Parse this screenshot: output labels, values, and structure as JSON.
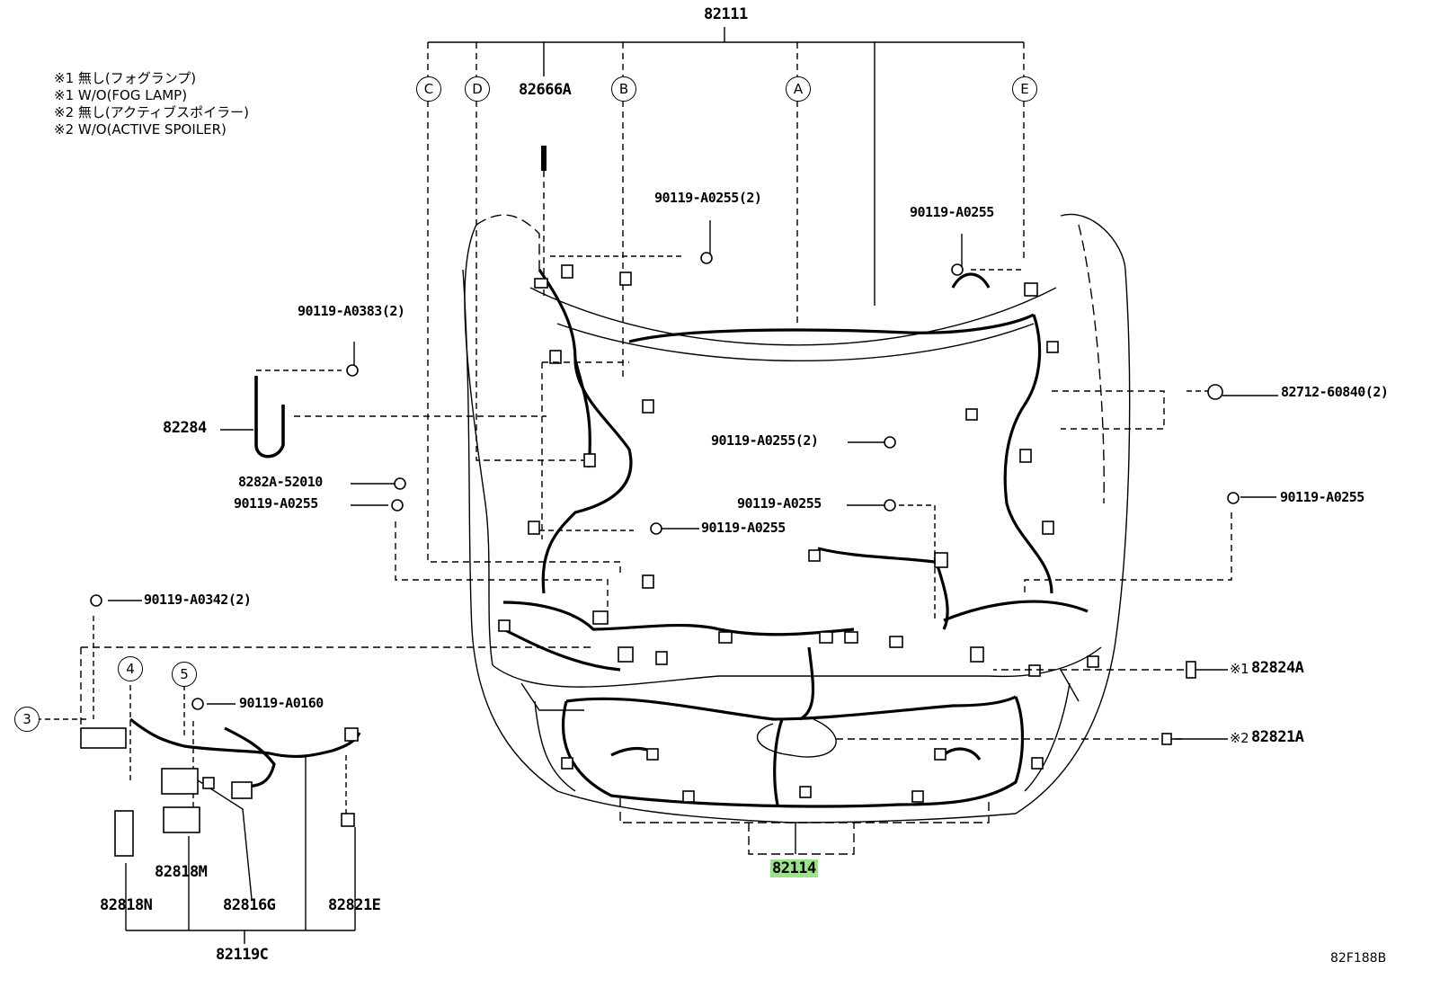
{
  "notes": [
    "※1 無し(フォグランプ)",
    "※1 W/O(FOG LAMP)",
    "※2 無し(アクティブスポイラー)",
    "※2 W/O(ACTIVE SPOILER)"
  ],
  "part_numbers": {
    "main_harness": "82111",
    "front_harness": "82114",
    "sub_harness": "82119C",
    "p82666A": "82666A",
    "p82284": "82284",
    "p82282A": "8282A-52010",
    "p82712": "82712-60840(2)",
    "p82824A": "82824A",
    "p82821A": "82821A",
    "p82818M": "82818M",
    "p82818N": "82818N",
    "p82816G": "82816G",
    "p82821E": "82821E",
    "bolt_a0255_2_top": "90119-A0255(2)",
    "bolt_a0255_right_top": "90119-A0255",
    "bolt_a0383": "90119-A0383(2)",
    "bolt_a0255_2_mid": "90119-A0255(2)",
    "bolt_a0255_right": "90119-A0255",
    "bolt_a0255_center": "90119-A0255",
    "bolt_a0255_left_center": "90119-A0255",
    "bolt_a0255_left": "90119-A0255",
    "bolt_a0342": "90119-A0342(2)",
    "bolt_a0160": "90119-A0160"
  },
  "note_markers": {
    "m1": "※1",
    "m2": "※2"
  },
  "letter_callouts": [
    "C",
    "D",
    "B",
    "A",
    "E"
  ],
  "number_callouts": [
    "3",
    "4",
    "5"
  ],
  "diagram_id": "82F188B",
  "highlight_color": "#9be38a"
}
